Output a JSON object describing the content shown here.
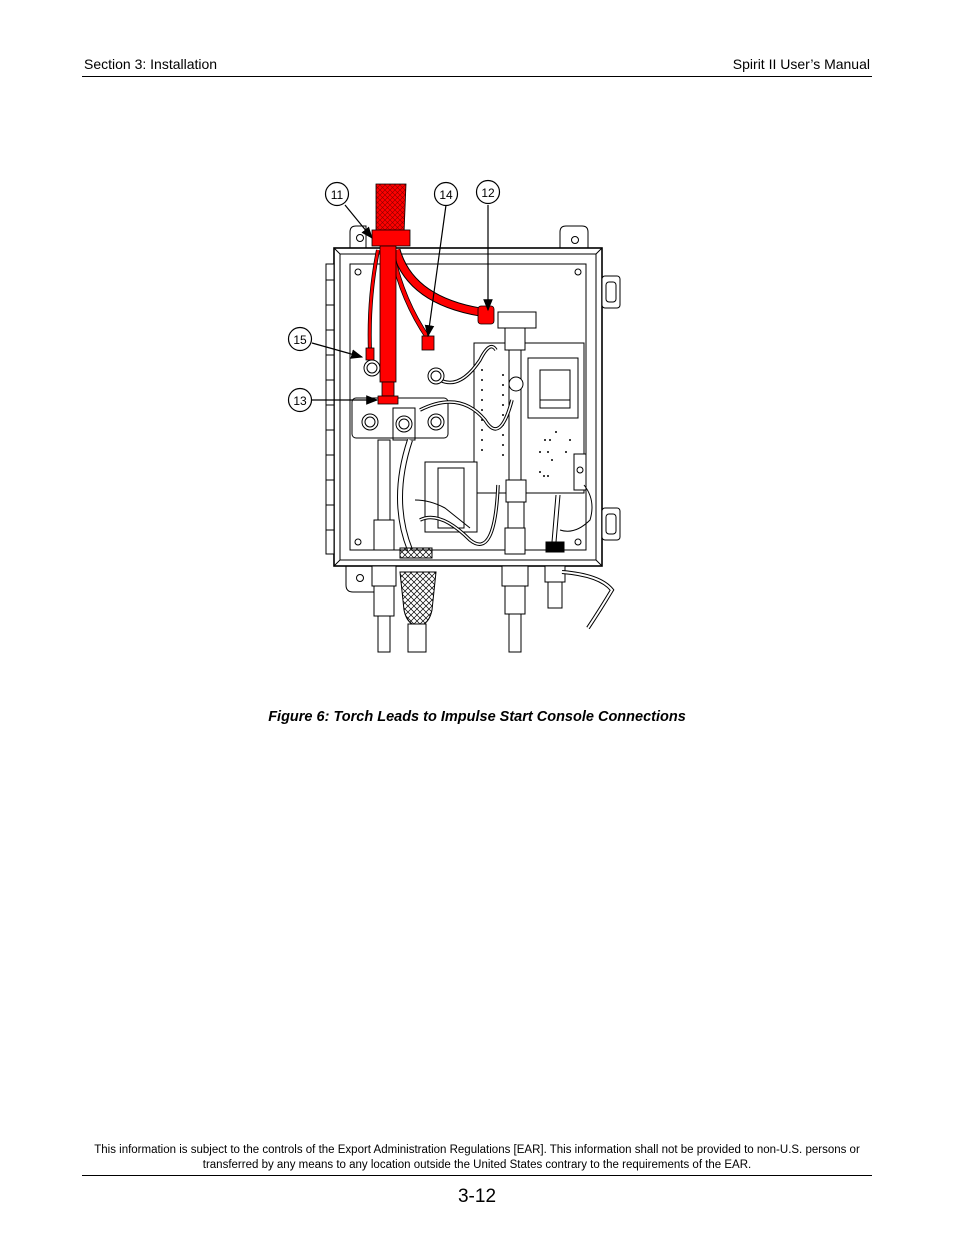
{
  "header": {
    "section": "Section 3: Installation",
    "manual_title": "Spirit II User’s Manual"
  },
  "figure": {
    "caption": "Figure 6: Torch Leads to Impulse Start Console Connections",
    "callouts": [
      {
        "id": "11",
        "label": "11"
      },
      {
        "id": "14",
        "label": "14"
      },
      {
        "id": "12",
        "label": "12"
      },
      {
        "id": "15",
        "label": "15"
      },
      {
        "id": "13",
        "label": "13"
      }
    ],
    "highlight_color": "#ff0000"
  },
  "footer": {
    "export_notice": "This information is subject to the controls of the Export Administration Regulations [EAR].  This information shall not be provided to non-U.S. persons or transferred by any means to any location outside the United States contrary to the requirements of the EAR.",
    "page_number": "3-12"
  }
}
